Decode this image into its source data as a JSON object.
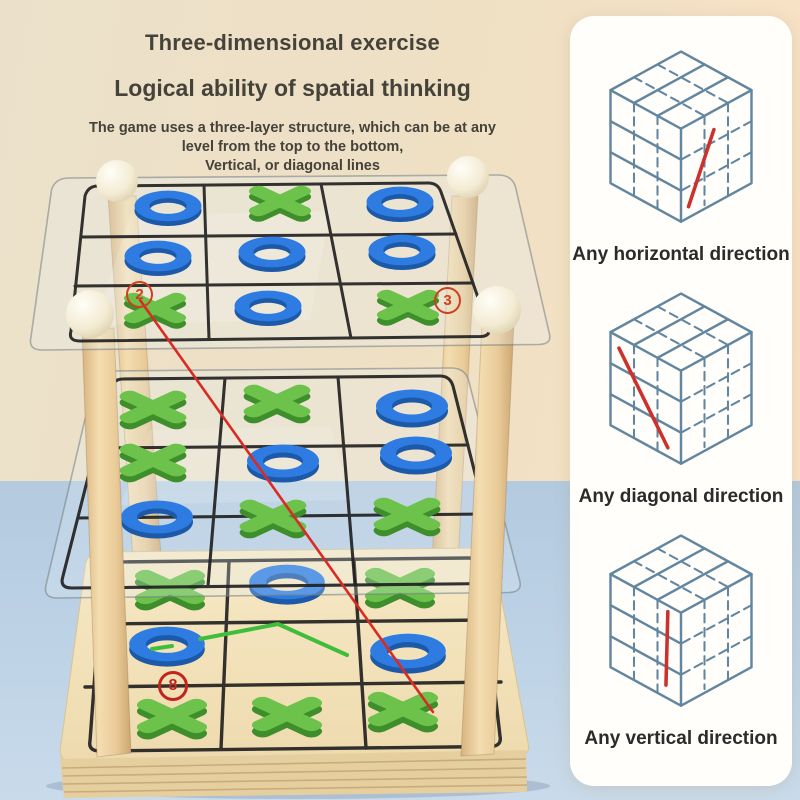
{
  "header": {
    "title1": "Three-dimensional exercise",
    "title2": "Logical ability of spatial thinking",
    "description_lines": [
      "The game uses a three-layer structure, which can be at any",
      "level from the top to the bottom,",
      "Vertical, or diagonal lines"
    ]
  },
  "board": {
    "layers": [
      {
        "name": "top",
        "cells": [
          "O",
          "X",
          "O",
          "O",
          "O",
          "O",
          "X",
          "O",
          "X"
        ]
      },
      {
        "name": "middle",
        "cells": [
          "X",
          "X",
          "O",
          "X",
          "O",
          "O",
          "O",
          "X",
          "X"
        ]
      },
      {
        "name": "bottom",
        "cells": [
          "X",
          "O",
          "X",
          "O",
          "",
          "O",
          "X",
          "X",
          "X"
        ]
      }
    ],
    "colors": {
      "o_piece": "#2e7ce2",
      "o_shadow": "#1c59a8",
      "x_piece": "#6cc24a",
      "x_shadow": "#3e8f2c",
      "annotation_red": "#d92b23",
      "annotation_green": "#3fbe3b"
    }
  },
  "annotations": {
    "badges": [
      {
        "label": "2"
      },
      {
        "label": "3"
      },
      {
        "label": "8"
      }
    ]
  },
  "panel": {
    "items": [
      {
        "caption": "Any horizontal direction",
        "red_line_d": "M108 177 L135 95"
      },
      {
        "caption": "Any diagonal direction",
        "red_line_d": "M34 70 L86 176"
      },
      {
        "caption": "Any vertical direction",
        "red_line_d": "M86 93 L84 171"
      }
    ]
  }
}
